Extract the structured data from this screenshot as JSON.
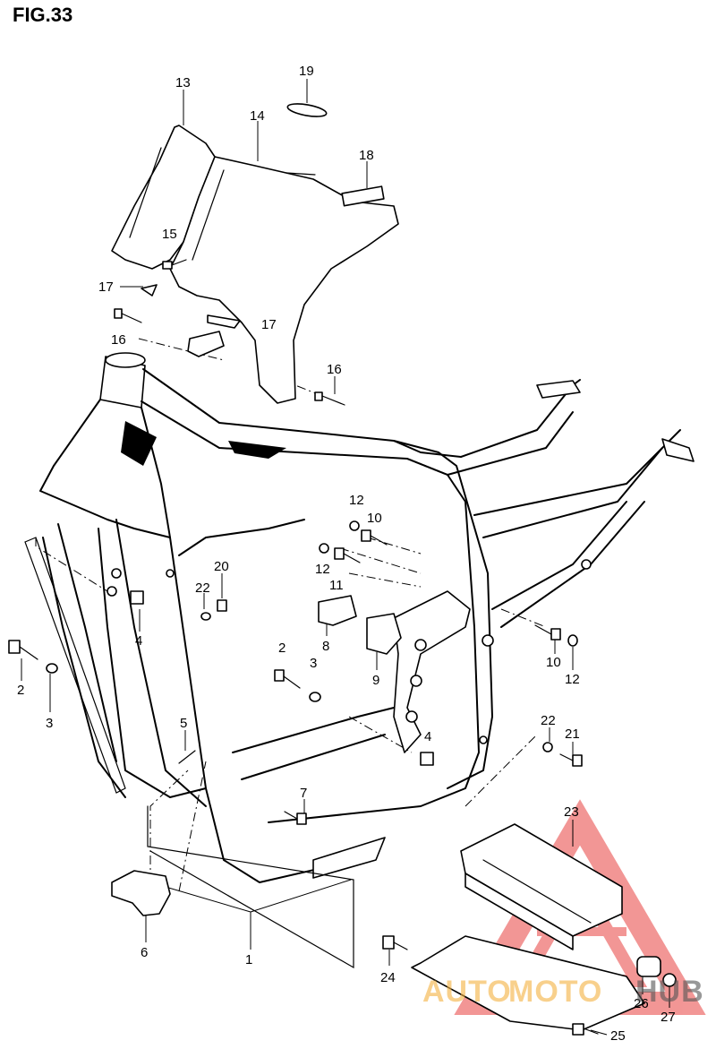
{
  "figure": {
    "title": "FIG.33"
  },
  "callouts": [
    {
      "id": "c1",
      "label": "1"
    },
    {
      "id": "c2a",
      "label": "2"
    },
    {
      "id": "c2b",
      "label": "2"
    },
    {
      "id": "c3a",
      "label": "3"
    },
    {
      "id": "c3b",
      "label": "3"
    },
    {
      "id": "c4a",
      "label": "4"
    },
    {
      "id": "c4b",
      "label": "4"
    },
    {
      "id": "c5",
      "label": "5"
    },
    {
      "id": "c6",
      "label": "6"
    },
    {
      "id": "c7",
      "label": "7"
    },
    {
      "id": "c8",
      "label": "8"
    },
    {
      "id": "c9",
      "label": "9"
    },
    {
      "id": "c10a",
      "label": "10"
    },
    {
      "id": "c10b",
      "label": "10"
    },
    {
      "id": "c11",
      "label": "11"
    },
    {
      "id": "c12a",
      "label": "12"
    },
    {
      "id": "c12b",
      "label": "12"
    },
    {
      "id": "c12c",
      "label": "12"
    },
    {
      "id": "c13",
      "label": "13"
    },
    {
      "id": "c14",
      "label": "14"
    },
    {
      "id": "c15",
      "label": "15"
    },
    {
      "id": "c16a",
      "label": "16"
    },
    {
      "id": "c16b",
      "label": "16"
    },
    {
      "id": "c17a",
      "label": "17"
    },
    {
      "id": "c17b",
      "label": "17"
    },
    {
      "id": "c18",
      "label": "18"
    },
    {
      "id": "c19",
      "label": "19"
    },
    {
      "id": "c20",
      "label": "20"
    },
    {
      "id": "c21",
      "label": "21"
    },
    {
      "id": "c22a",
      "label": "22"
    },
    {
      "id": "c22b",
      "label": "22"
    },
    {
      "id": "c23",
      "label": "23"
    },
    {
      "id": "c24",
      "label": "24"
    },
    {
      "id": "c25",
      "label": "25"
    },
    {
      "id": "c26",
      "label": "26"
    },
    {
      "id": "c27",
      "label": "27"
    }
  ],
  "watermark": {
    "text_a": "AUTO",
    "text_b": "MOTO",
    "text_c": "HUB",
    "color_primary": "#e8423f",
    "color_secondary": "#f5b240",
    "color_dark": "#555555"
  }
}
